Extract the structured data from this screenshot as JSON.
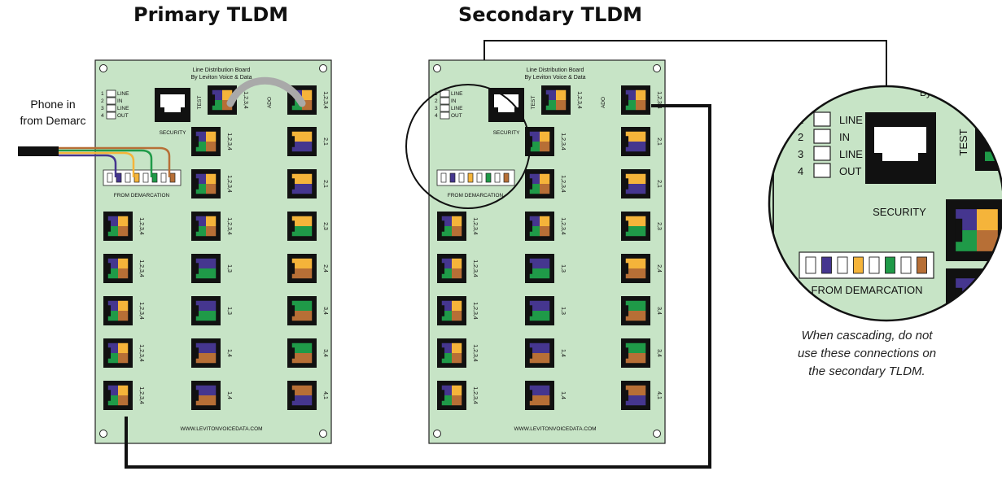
{
  "titles": {
    "primary": "Primary TLDM",
    "secondary": "Secondary TLDM"
  },
  "annotation": {
    "phone_line1": "Phone in",
    "phone_line2": "from Demarc"
  },
  "note": {
    "line1": "When cascading, do not",
    "line2": "use these connections on",
    "line3": "the secondary TLDM."
  },
  "board": {
    "title_line1": "Line Distribution Board",
    "title_line2": "By Leviton Voice & Data",
    "website": "WWW.LEVITONVOICEDATA.COM",
    "security_label": "SECURITY",
    "demarc_label": "FROM DEMARCATION",
    "test_label": "TEST",
    "ado_label": "ADO",
    "pin_numbers": [
      "1",
      "2",
      "3",
      "4"
    ],
    "pin_labels": [
      "LINE",
      "IN",
      "LINE",
      "OUT"
    ],
    "left_column": [
      "1,2,3,4",
      "1,2,3,4",
      "1,2,3,4",
      "1,2,3,4",
      "1,2,3,4"
    ],
    "middle_column": [
      "1,2,3,4",
      "1,2,3,4",
      "1,2,3,4",
      "1,3",
      "1,3",
      "1,4",
      "1,4"
    ],
    "right_column": [
      "2,1",
      "2,1",
      "2,3",
      "2,4",
      "3,4",
      "3,4",
      "4,1"
    ]
  },
  "magnified": {
    "title_fragment_1": "Line",
    "title_fragment_2": "By Levito",
    "security_label": "SECURITY",
    "demarc_label": "FROM DEMARCATION",
    "test_label": "TEST"
  },
  "colors": {
    "board": "#c7e4c6",
    "blue": "#45368f",
    "orange": "#f5b43a",
    "green": "#1f9a48",
    "brown": "#b76f36",
    "jack": "#111111",
    "wire": "#111111"
  }
}
